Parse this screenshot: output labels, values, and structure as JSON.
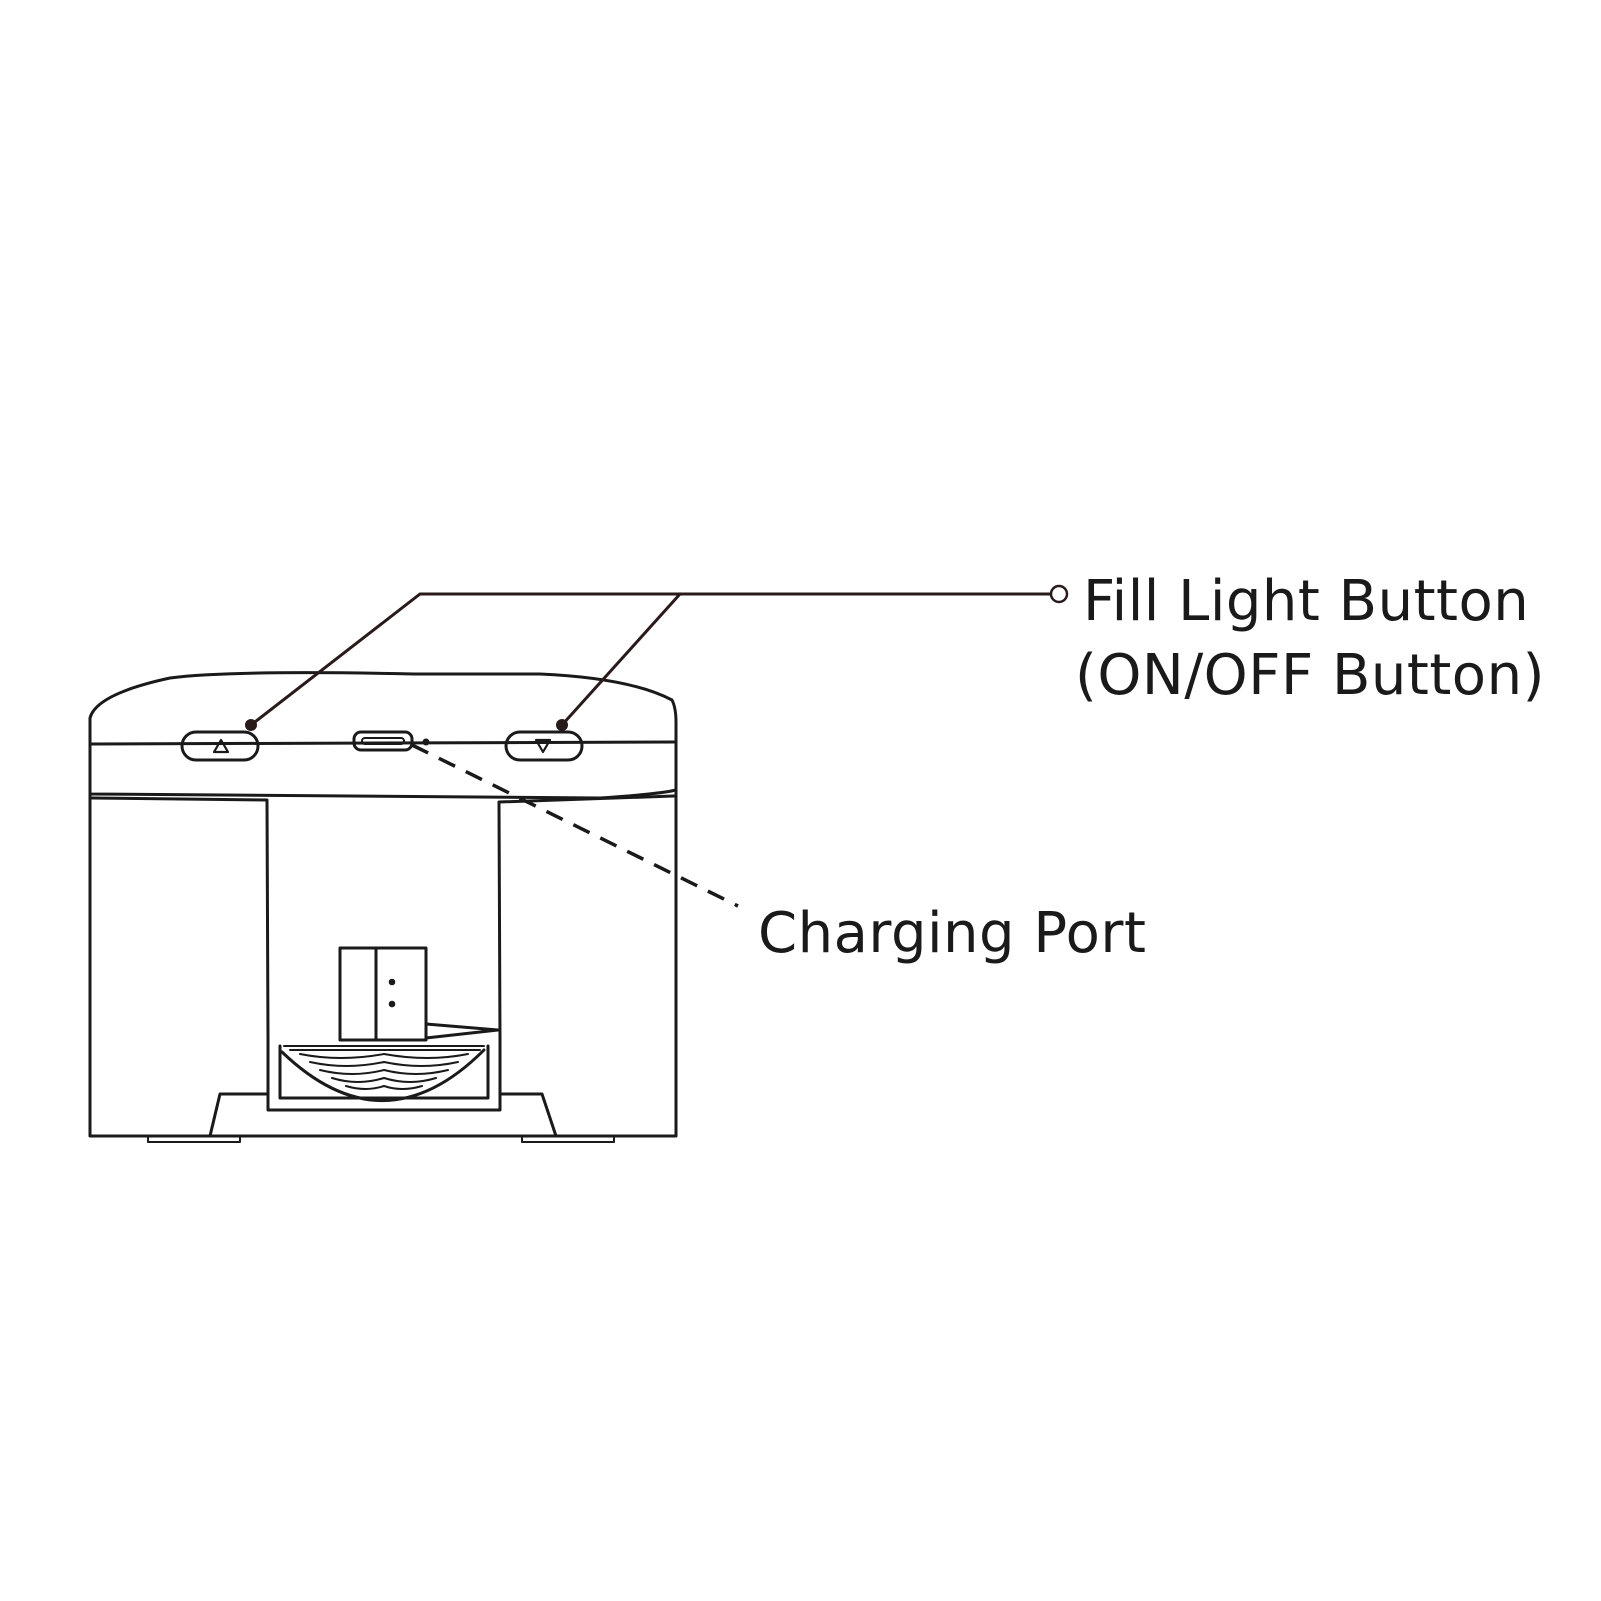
{
  "callouts": {
    "fill_light_line1": "Fill Light Button",
    "fill_light_line2": "(ON/OFF Button)",
    "charging_port": "Charging Port"
  },
  "icons": {
    "up_button": "triangle-up-icon",
    "down_button": "triangle-down-icon",
    "port": "micro-usb-port-icon"
  },
  "colors": {
    "stroke": "#1a1a1a",
    "leader": "#2a1b1b",
    "background": "#ffffff"
  }
}
